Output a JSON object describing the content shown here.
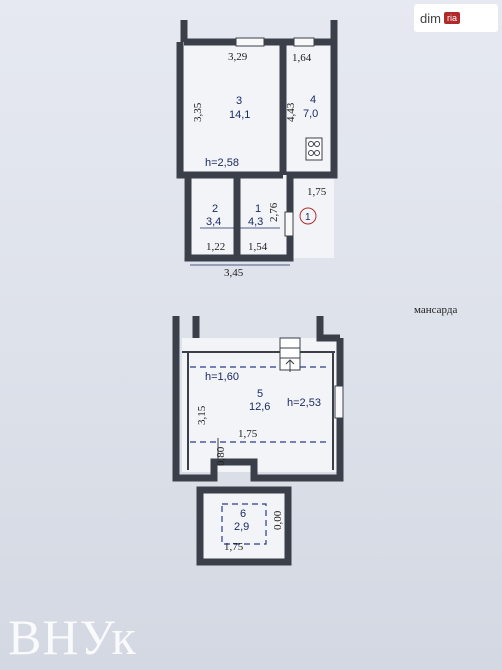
{
  "logo": {
    "site": "dim",
    "brand": "ria"
  },
  "section_label": "мансарда",
  "watermark": "ВНУк",
  "ground_floor": {
    "rooms": [
      {
        "number": "3",
        "area": "14,1"
      },
      {
        "number": "4",
        "area": "7,0"
      },
      {
        "number": "2",
        "area": "3,4"
      },
      {
        "number": "1",
        "area": "4,3"
      }
    ],
    "height": "h=2,58",
    "dims": {
      "top_left": "3,29",
      "top_right": "1,64",
      "left": "3,35",
      "kitchen_depth": "4,43",
      "right_ext": "1,75",
      "hall": "2,76",
      "bottom_a": "1,22",
      "bottom_b": "1,54",
      "bottom_total": "3,45"
    },
    "marker": "1"
  },
  "attic": {
    "rooms": [
      {
        "number": "5",
        "area": "12,6"
      },
      {
        "number": "6",
        "area": "2,9"
      }
    ],
    "height_low": "h=1,60",
    "height_high": "h=2,53",
    "dims": {
      "left": "3,15",
      "width": "1,75",
      "niche": "0,80",
      "room6_side": "0,00",
      "room6_width": "1,75"
    }
  }
}
